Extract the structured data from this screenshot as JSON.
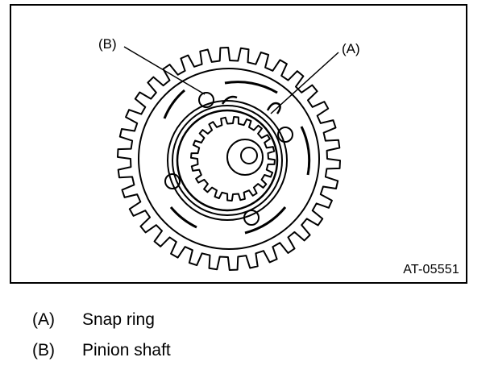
{
  "figure": {
    "id": "AT-05551",
    "callouts": [
      {
        "key": "(A)"
      },
      {
        "key": "(B)"
      }
    ]
  },
  "legend": [
    {
      "key": "(A)",
      "text": "Snap ring"
    },
    {
      "key": "(B)",
      "text": "Pinion shaft"
    }
  ]
}
